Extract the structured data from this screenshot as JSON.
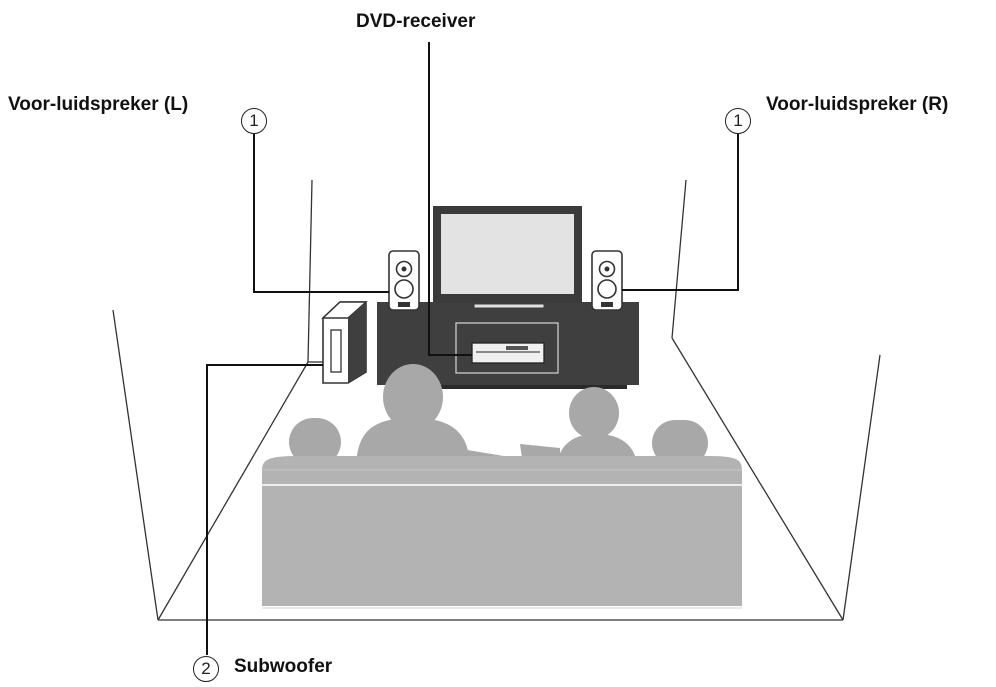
{
  "labels": {
    "dvd_receiver": "DVD-receiver",
    "front_left": "Voor-luidspreker (L)",
    "front_right": "Voor-luidspreker (R)",
    "subwoofer": "Subwoofer"
  },
  "callouts": {
    "front_left_number": "1",
    "front_right_number": "1",
    "subwoofer_number": "2"
  },
  "colors": {
    "ink": "#111111",
    "furniture": "#3f3f3f",
    "people": "#a8a8a8",
    "sofa": "#b3b3b3",
    "screen": "#e0e0e0"
  }
}
